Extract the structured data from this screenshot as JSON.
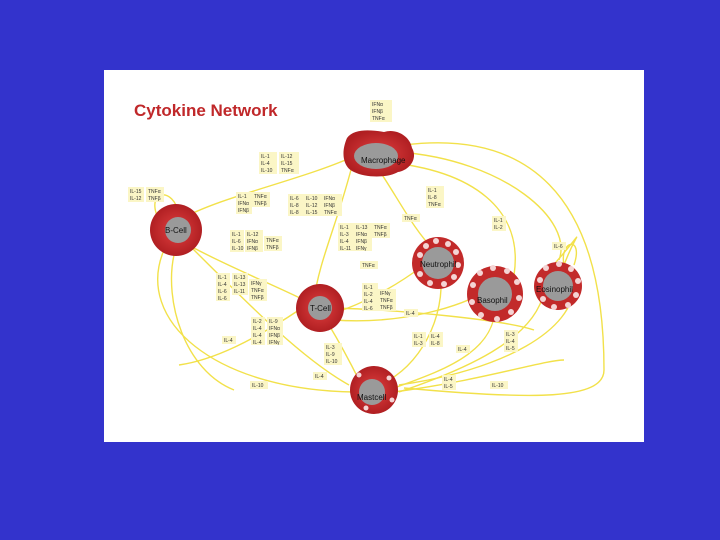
{
  "title": "Cytokine Network",
  "colors": {
    "background": "#3333cc",
    "panel": "#ffffff",
    "cell_outer": "#c22a2a",
    "cell_inner": "#9a9a9a",
    "connector": "#f2e14a",
    "label_bg": "#fbf6c6",
    "title": "#c0282a"
  },
  "cells": {
    "macrophage": "Macrophage",
    "b_cell": "B-Cell",
    "neutrophil": "Neutrophil",
    "t_cell": "T-Cell",
    "basophil": "Basophil",
    "eosinophil": "Eosinophil",
    "mast_cell": "Mastcell"
  },
  "labels": [
    [
      "IFNα",
      "IFNβ",
      "TNFα"
    ],
    [
      "IL-1",
      "IL-4",
      "IL-10"
    ],
    [
      "IL-12",
      "IL-15",
      "TNFα"
    ],
    [
      "IL-15",
      "IL-12"
    ],
    [
      "TNFα",
      "TNFβ"
    ],
    [
      "IL-1",
      "IFNα",
      "IFNβ"
    ],
    [
      "TNFα",
      "TNFβ"
    ],
    [
      "IL-6",
      "IL-8",
      "IL-8"
    ],
    [
      "IL-10",
      "IL-12",
      "IL-15"
    ],
    [
      "IFNα",
      "IFNβ",
      "TNFα"
    ],
    [
      "IL-1",
      "IL-8",
      "TNFα"
    ],
    [
      "TNFα"
    ],
    [
      "IL-1",
      "IL-6",
      "IL-10"
    ],
    [
      "IL-12",
      "IFNα",
      "IFNβ"
    ],
    [
      "TNFα",
      "TNFβ"
    ],
    [
      "IL-1",
      "IL-3",
      "IL-4",
      "IL-11"
    ],
    [
      "IL-13",
      "IFNα",
      "IFNβ",
      "IFNγ"
    ],
    [
      "TNFα",
      "TNFβ"
    ],
    [
      "IL-1",
      "IL-2"
    ],
    [
      "IL-6"
    ],
    [
      "TNFα"
    ],
    [
      "IL-1",
      "IL-4",
      "IL-6",
      "IL-6"
    ],
    [
      "IL-13",
      "IL-13",
      "IL-11"
    ],
    [
      "IFNγ",
      "TNFα",
      "TNFβ"
    ],
    [
      "IL-1",
      "IL-2",
      "IL-4",
      "IL-6"
    ],
    [
      "IFNγ",
      "TNFα",
      "TNFβ"
    ],
    [
      "IL-4"
    ],
    [
      "IL-2",
      "IL-4",
      "IL-4",
      "IL-4"
    ],
    [
      "IL-9",
      "IFNα",
      "IFNβ",
      "IFNγ"
    ],
    [
      "IL-4"
    ],
    [
      "IL-3",
      "IL-9",
      "IL-10"
    ],
    [
      "IL-1",
      "IL-3"
    ],
    [
      "IL-4",
      "IL-8"
    ],
    [
      "IL-4"
    ],
    [
      "IL-3",
      "IL-4",
      "IL-5"
    ],
    [
      "IL-4"
    ],
    [
      "IL-10"
    ],
    [
      "IL-4",
      "IL-5"
    ],
    [
      "IL-10"
    ]
  ]
}
